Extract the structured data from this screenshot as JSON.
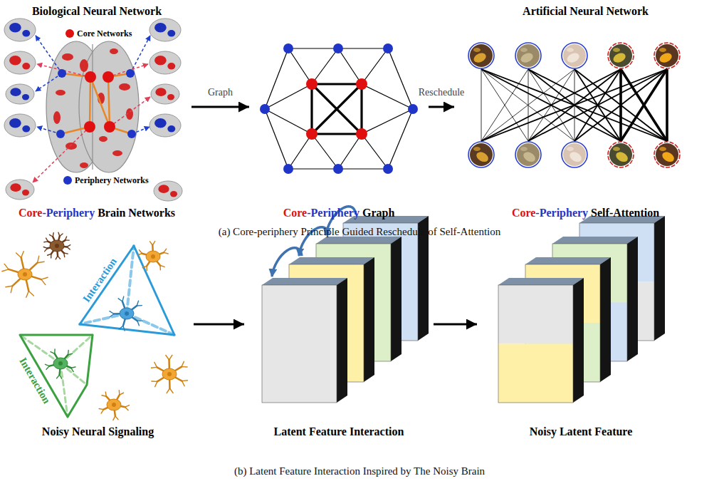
{
  "diagram": {
    "nodes": [
      {
        "text": [
          "Biological Neural Network",
          "Core",
          "-Periphery",
          "Brain Networks"
        ]
      },
      {
        "text": [
          "Core",
          "-Periphery",
          "Graph"
        ]
      },
      {
        "text": [
          "Artificial Neural Network",
          "Core",
          "-Periphery",
          "Self-Attention"
        ]
      },
      {
        "text": [
          "Noisy Neural Signaling"
        ]
      },
      {
        "text": [
          "Latent Feature Interaction"
        ]
      },
      {
        "text": [
          "Noisy Latent Feature"
        ]
      }
    ],
    "edges": [
      {
        "from": 0,
        "to": 1,
        "label": "Graph",
        "arrow": "to"
      },
      {
        "from": 1,
        "to": 2,
        "label": "Reschedule",
        "arrow": "to"
      },
      {
        "from": 3,
        "to": 4,
        "arrow": "to"
      },
      {
        "from": 4,
        "to": 5,
        "arrow": "to"
      }
    ],
    "labels": [
      "(a) Core-periphery Principle Guided Reschedule of Self-Attention",
      "Interaction",
      "Interaction",
      "(b) Latent Feature Interaction Inspired by The Noisy Brain"
    ],
    "legend": [
      {
        "text": "Core Networks",
        "color": "#e01010"
      },
      {
        "text": "Periphery Networks",
        "color": "#1f35c8"
      }
    ]
  }
}
